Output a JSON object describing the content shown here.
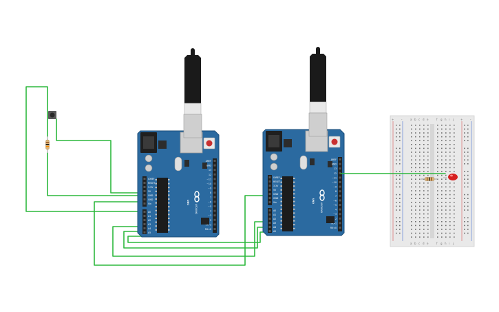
{
  "colors": {
    "board": "#2b6aa0",
    "board_edge": "#1d4f7a",
    "wire": "#2db83d",
    "header": "#222222",
    "usb_metal": "#cfcfcf",
    "usb_cable": "#1a1a1a",
    "breadboard": "#e9e9e9",
    "rail_red": "#d23a3a",
    "rail_blue": "#2f5fd1",
    "led": "#d62020"
  },
  "boards": [
    {
      "id": "board-1",
      "model_label": "UNO",
      "brand_label": "ARDUINO",
      "logo_icon": "infinity-logo-icon",
      "power_labels": [
        "IOREF",
        "RESET",
        "3.3V",
        "5V",
        "GND",
        "GND",
        "Vin"
      ],
      "analog_labels": [
        "A0",
        "A1",
        "A2",
        "A3",
        "A4",
        "A5"
      ],
      "digital_labels": [
        "AREF",
        "GND",
        "13",
        "12",
        "~11",
        "~10",
        "~9",
        "8",
        "7",
        "~6",
        "~5",
        "4",
        "~3",
        "2",
        "TX>1",
        "RX<0"
      ]
    },
    {
      "id": "board-2",
      "model_label": "UNO",
      "brand_label": "ARDUINO",
      "logo_icon": "infinity-logo-icon",
      "power_labels": [
        "IOREF",
        "RESET",
        "3.3V",
        "5V",
        "GND",
        "GND",
        "Vin"
      ],
      "analog_labels": [
        "A0",
        "A1",
        "A2",
        "A3",
        "A4",
        "A5"
      ],
      "digital_labels": [
        "AREF",
        "GND",
        "13",
        "12",
        "~11",
        "~10",
        "~9",
        "8",
        "7",
        "~6",
        "~5",
        "4",
        "~3",
        "2",
        "TX>1",
        "RX<0"
      ]
    }
  ],
  "breadboard": {
    "column_letters_left": [
      "a",
      "b",
      "c",
      "d",
      "e"
    ],
    "column_letters_right": [
      "f",
      "g",
      "h",
      "i",
      "j"
    ],
    "rail_signs": [
      "+",
      "-"
    ]
  },
  "components": {
    "pushbutton": "pushbutton-icon",
    "resistors": [
      "resistor-icon",
      "resistor-icon"
    ],
    "led": "led-icon",
    "usb_cables": [
      "usb-cable-icon",
      "usb-cable-icon"
    ]
  }
}
